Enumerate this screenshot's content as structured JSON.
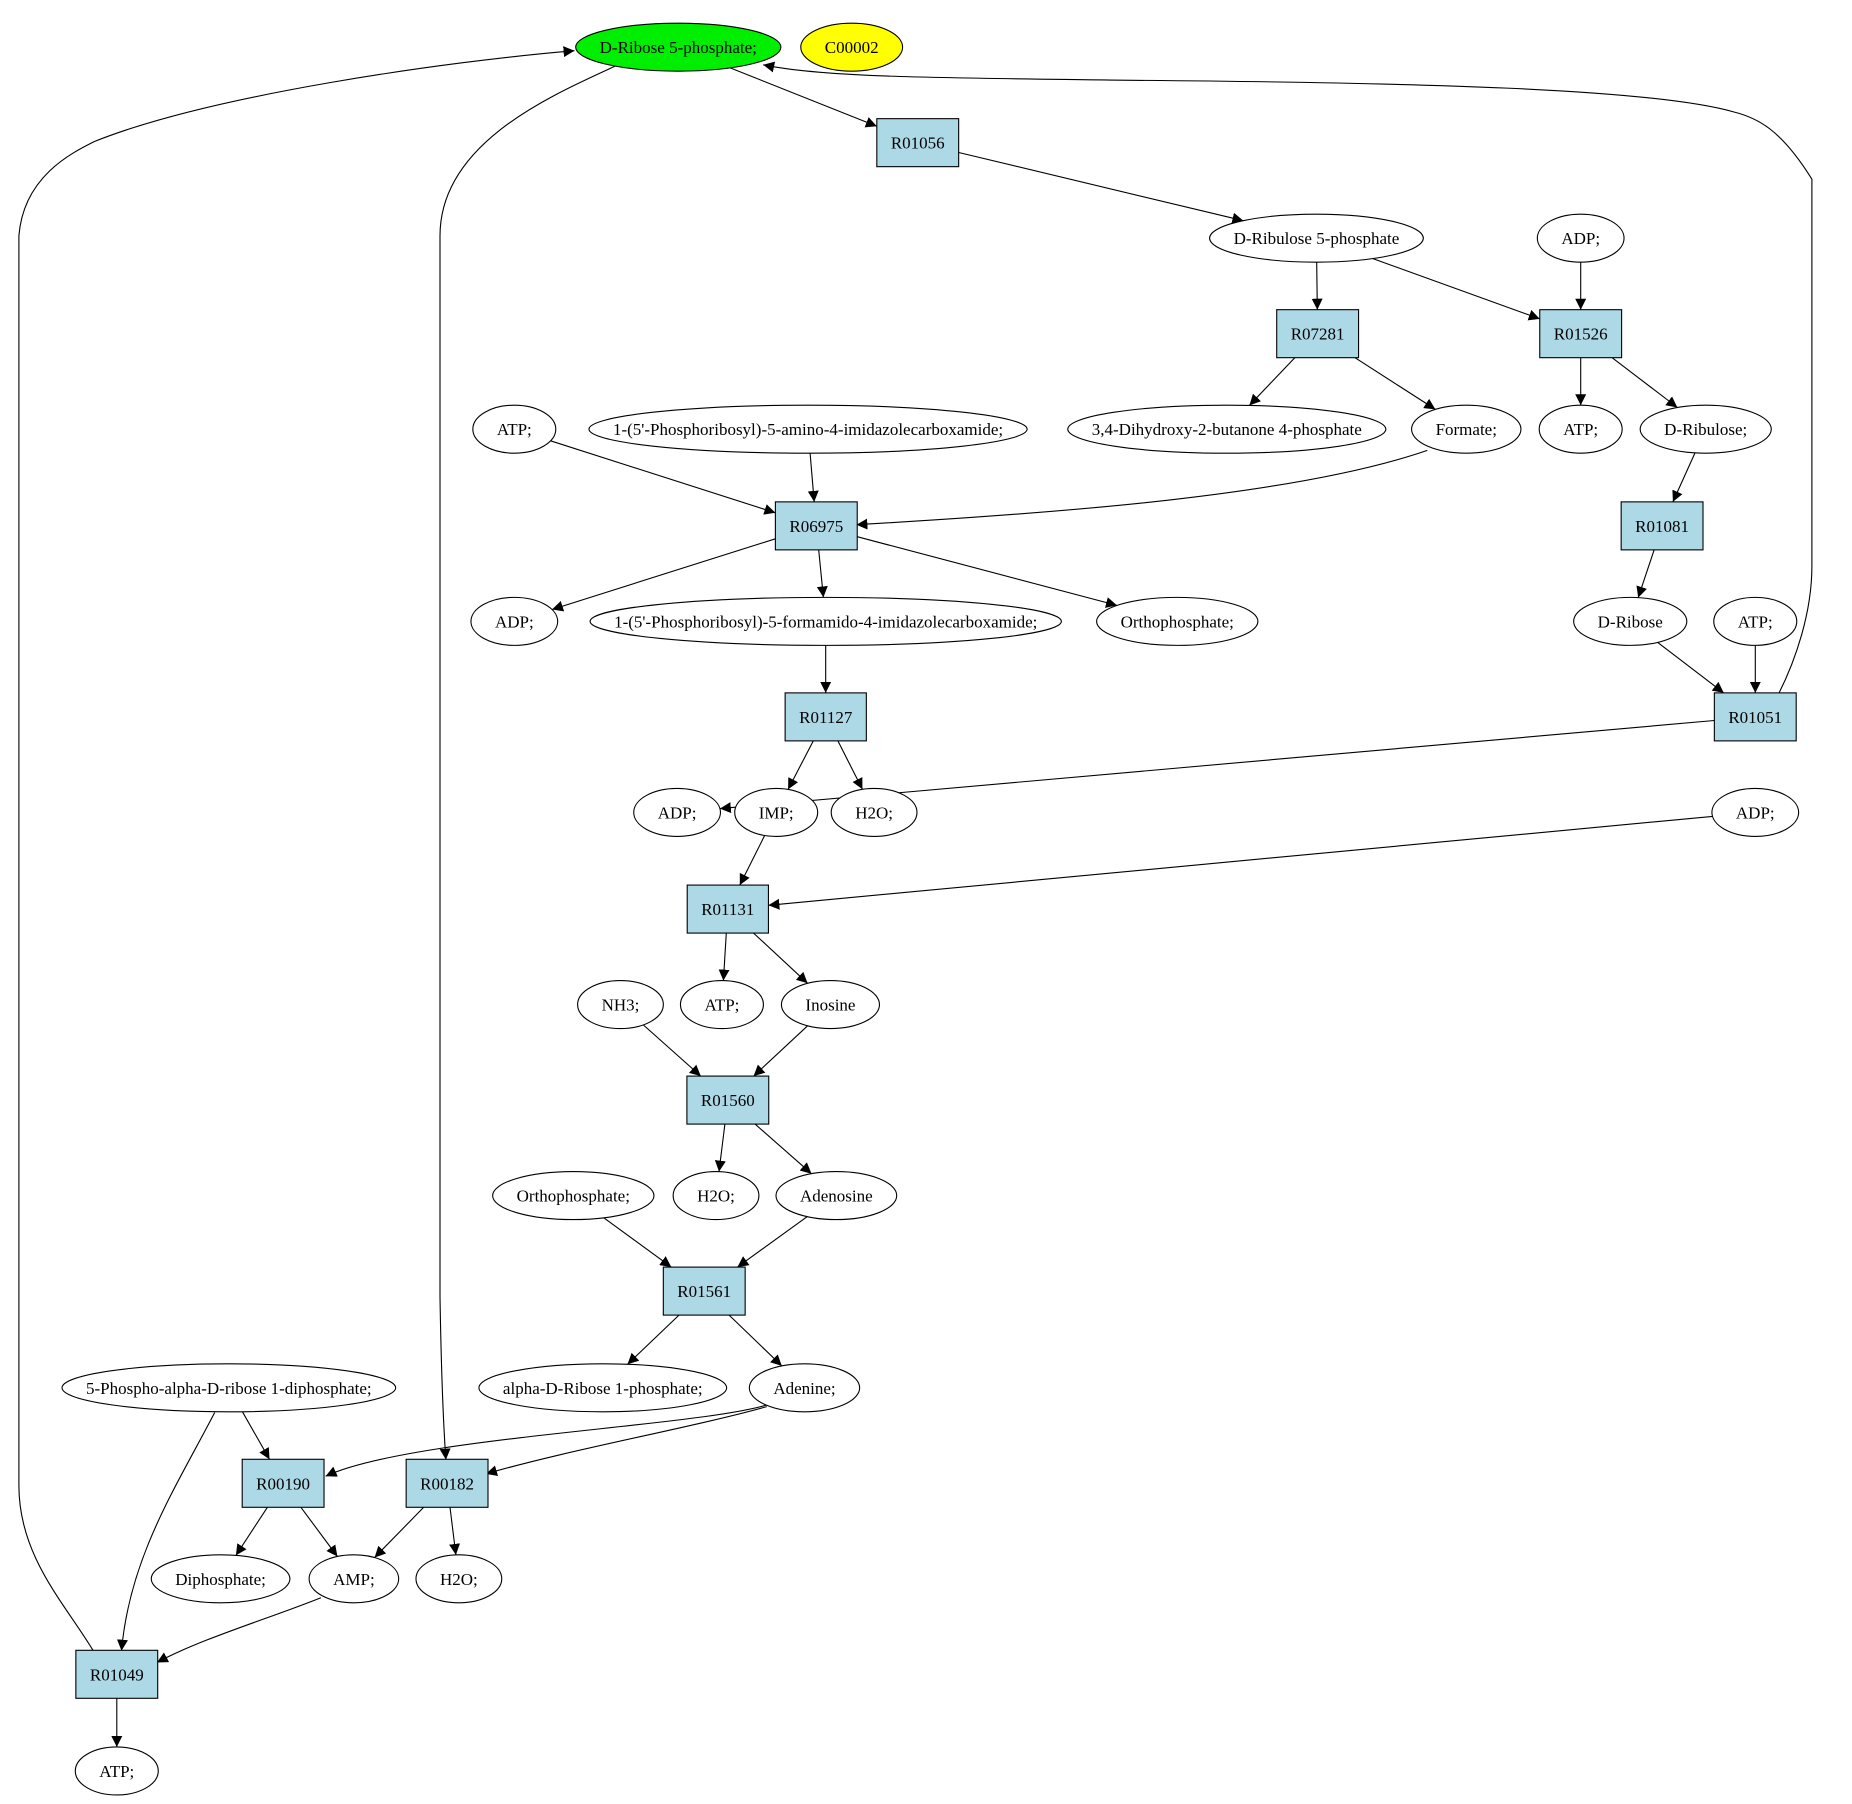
{
  "colors": {
    "reaction_fill": "#add8e6",
    "target_fill": "#00ee00",
    "query_fill": "#ffff00",
    "compound_fill": "#ffffff",
    "stroke": "#000000"
  },
  "nodes": [
    {
      "id": "n_r5p",
      "label": "D-Ribose 5-phosphate;",
      "kind": "compound",
      "role": "target"
    },
    {
      "id": "n_c00002",
      "label": "C00002",
      "kind": "compound",
      "role": "query"
    },
    {
      "id": "n_R01056",
      "label": "R01056",
      "kind": "reaction"
    },
    {
      "id": "n_ru5p",
      "label": "D-Ribulose 5-phosphate",
      "kind": "compound"
    },
    {
      "id": "n_adp1",
      "label": "ADP;",
      "kind": "compound"
    },
    {
      "id": "n_R07281",
      "label": "R07281",
      "kind": "reaction"
    },
    {
      "id": "n_R01526",
      "label": "R01526",
      "kind": "reaction"
    },
    {
      "id": "n_atp1",
      "label": "ATP;",
      "kind": "compound"
    },
    {
      "id": "n_aicar",
      "label": "1-(5'-Phosphoribosyl)-5-amino-4-imidazolecarboxamide;",
      "kind": "compound"
    },
    {
      "id": "n_dhbp",
      "label": "3,4-Dihydroxy-2-butanone 4-phosphate",
      "kind": "compound"
    },
    {
      "id": "n_formate",
      "label": "Formate;",
      "kind": "compound"
    },
    {
      "id": "n_atp2",
      "label": "ATP;",
      "kind": "compound"
    },
    {
      "id": "n_dribulose",
      "label": "D-Ribulose;",
      "kind": "compound"
    },
    {
      "id": "n_R06975",
      "label": "R06975",
      "kind": "reaction"
    },
    {
      "id": "n_R01081",
      "label": "R01081",
      "kind": "reaction"
    },
    {
      "id": "n_adp2",
      "label": "ADP;",
      "kind": "compound"
    },
    {
      "id": "n_faicar",
      "label": "1-(5'-Phosphoribosyl)-5-formamido-4-imidazolecarboxamide;",
      "kind": "compound"
    },
    {
      "id": "n_ortho1",
      "label": "Orthophosphate;",
      "kind": "compound"
    },
    {
      "id": "n_dribose",
      "label": "D-Ribose",
      "kind": "compound"
    },
    {
      "id": "n_atp3",
      "label": "ATP;",
      "kind": "compound"
    },
    {
      "id": "n_R01127",
      "label": "R01127",
      "kind": "reaction"
    },
    {
      "id": "n_R01051",
      "label": "R01051",
      "kind": "reaction"
    },
    {
      "id": "n_adp3",
      "label": "ADP;",
      "kind": "compound"
    },
    {
      "id": "n_imp",
      "label": "IMP;",
      "kind": "compound"
    },
    {
      "id": "n_h2o1",
      "label": "H2O;",
      "kind": "compound"
    },
    {
      "id": "n_adp4",
      "label": "ADP;",
      "kind": "compound"
    },
    {
      "id": "n_R01131",
      "label": "R01131",
      "kind": "reaction"
    },
    {
      "id": "n_nh3",
      "label": "NH3;",
      "kind": "compound"
    },
    {
      "id": "n_atp4",
      "label": "ATP;",
      "kind": "compound"
    },
    {
      "id": "n_inosine",
      "label": "Inosine",
      "kind": "compound"
    },
    {
      "id": "n_R01560",
      "label": "R01560",
      "kind": "reaction"
    },
    {
      "id": "n_ortho2",
      "label": "Orthophosphate;",
      "kind": "compound"
    },
    {
      "id": "n_h2o2",
      "label": "H2O;",
      "kind": "compound"
    },
    {
      "id": "n_adenosine",
      "label": "Adenosine",
      "kind": "compound"
    },
    {
      "id": "n_R01561",
      "label": "R01561",
      "kind": "reaction"
    },
    {
      "id": "n_prpp",
      "label": "5-Phospho-alpha-D-ribose 1-diphosphate;",
      "kind": "compound"
    },
    {
      "id": "n_ar1p",
      "label": "alpha-D-Ribose 1-phosphate;",
      "kind": "compound"
    },
    {
      "id": "n_adenine",
      "label": "Adenine;",
      "kind": "compound"
    },
    {
      "id": "n_R00190",
      "label": "R00190",
      "kind": "reaction"
    },
    {
      "id": "n_R00182",
      "label": "R00182",
      "kind": "reaction"
    },
    {
      "id": "n_diphos",
      "label": "Diphosphate;",
      "kind": "compound"
    },
    {
      "id": "n_amp",
      "label": "AMP;",
      "kind": "compound"
    },
    {
      "id": "n_h2o3",
      "label": "H2O;",
      "kind": "compound"
    },
    {
      "id": "n_R01049",
      "label": "R01049",
      "kind": "reaction"
    },
    {
      "id": "n_atp5",
      "label": "ATP;",
      "kind": "compound"
    }
  ],
  "edges": [
    {
      "from": "n_r5p",
      "to": "n_R01056"
    },
    {
      "from": "n_R01056",
      "to": "n_ru5p"
    },
    {
      "from": "n_ru5p",
      "to": "n_R07281"
    },
    {
      "from": "n_ru5p",
      "to": "n_R01526"
    },
    {
      "from": "n_adp1",
      "to": "n_R01526"
    },
    {
      "from": "n_R07281",
      "to": "n_dhbp"
    },
    {
      "from": "n_R07281",
      "to": "n_formate"
    },
    {
      "from": "n_R01526",
      "to": "n_atp2"
    },
    {
      "from": "n_R01526",
      "to": "n_dribulose"
    },
    {
      "from": "n_atp1",
      "to": "n_R06975"
    },
    {
      "from": "n_aicar",
      "to": "n_R06975"
    },
    {
      "from": "n_formate",
      "to": "n_R06975"
    },
    {
      "from": "n_R06975",
      "to": "n_adp2"
    },
    {
      "from": "n_R06975",
      "to": "n_faicar"
    },
    {
      "from": "n_R06975",
      "to": "n_ortho1"
    },
    {
      "from": "n_dribulose",
      "to": "n_R01081"
    },
    {
      "from": "n_R01081",
      "to": "n_dribose"
    },
    {
      "from": "n_dribose",
      "to": "n_R01051"
    },
    {
      "from": "n_atp3",
      "to": "n_R01051"
    },
    {
      "from": "n_R01051",
      "to": "n_adp3"
    },
    {
      "from": "n_R01051",
      "to": "n_r5p"
    },
    {
      "from": "n_faicar",
      "to": "n_R01127"
    },
    {
      "from": "n_R01127",
      "to": "n_imp"
    },
    {
      "from": "n_R01127",
      "to": "n_h2o1"
    },
    {
      "from": "n_adp4",
      "to": "n_R01131"
    },
    {
      "from": "n_imp",
      "to": "n_R01131"
    },
    {
      "from": "n_R01131",
      "to": "n_atp4"
    },
    {
      "from": "n_R01131",
      "to": "n_inosine"
    },
    {
      "from": "n_nh3",
      "to": "n_R01560"
    },
    {
      "from": "n_inosine",
      "to": "n_R01560"
    },
    {
      "from": "n_R01560",
      "to": "n_h2o2"
    },
    {
      "from": "n_R01560",
      "to": "n_adenosine"
    },
    {
      "from": "n_ortho2",
      "to": "n_R01561"
    },
    {
      "from": "n_adenosine",
      "to": "n_R01561"
    },
    {
      "from": "n_R01561",
      "to": "n_ar1p"
    },
    {
      "from": "n_R01561",
      "to": "n_adenine"
    },
    {
      "from": "n_prpp",
      "to": "n_R00190"
    },
    {
      "from": "n_adenine",
      "to": "n_R00190"
    },
    {
      "from": "n_adenine",
      "to": "n_R00182"
    },
    {
      "from": "n_r5p",
      "to": "n_R00182"
    },
    {
      "from": "n_R00190",
      "to": "n_diphos"
    },
    {
      "from": "n_R00190",
      "to": "n_amp"
    },
    {
      "from": "n_R00182",
      "to": "n_amp"
    },
    {
      "from": "n_R00182",
      "to": "n_h2o3"
    },
    {
      "from": "n_prpp",
      "to": "n_R01049"
    },
    {
      "from": "n_amp",
      "to": "n_R01049"
    },
    {
      "from": "n_R01049",
      "to": "n_atp5"
    },
    {
      "from": "n_R01049",
      "to": "n_r5p"
    }
  ]
}
